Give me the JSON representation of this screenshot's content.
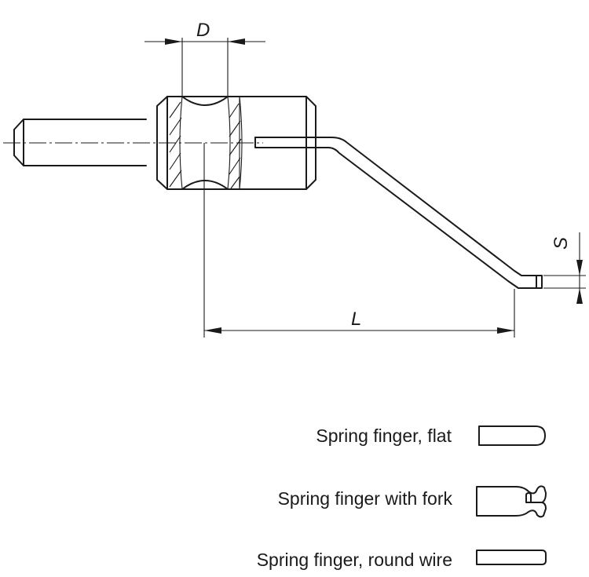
{
  "dimensions": {
    "diameter_label": "D",
    "length_label": "L",
    "thickness_label": "S"
  },
  "legend": {
    "items": [
      {
        "label": "Spring finger, flat",
        "icon": "flat-finger-icon"
      },
      {
        "label": "Spring finger with fork",
        "icon": "fork-finger-icon"
      },
      {
        "label": "Spring finger, round wire",
        "icon": "round-wire-finger-icon"
      }
    ]
  }
}
